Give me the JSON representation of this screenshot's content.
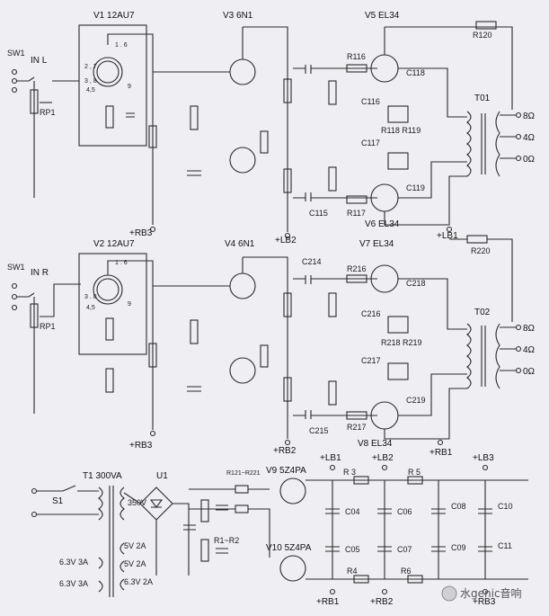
{
  "channel_left": {
    "switch": "SW1",
    "input": "IN L",
    "pot": "RP1",
    "v1": "V1  12AU7",
    "v3": "V3 6N1",
    "v5": "V5  EL34",
    "v6": "V6  EL34",
    "pins_v1a": "1 . 6",
    "pins_v1b": "2 , 7",
    "pins_v1c": "3 , 8",
    "pins_v1d": "4,5",
    "pins_v1e": "9",
    "r116": "R116",
    "r117": "R117",
    "r118": "R118 R119",
    "r120": "R120",
    "c118": "C118",
    "c116": "C116",
    "c117": "C117",
    "c119": "C119",
    "c115": "C115",
    "transformer": "T01",
    "out_8": "8Ω",
    "out_4": "4Ω",
    "out_0": "0Ω",
    "rb3": "+RB3",
    "lb2": "+LB2",
    "lb1": "+LB1"
  },
  "channel_right": {
    "switch": "SW1",
    "input": "IN  R",
    "pot": "RP1",
    "v2": "V2  12AU7",
    "v4": "V4  6N1",
    "v7": "V7  EL34",
    "v8": "V8  EL34",
    "pins_v2a": "1 . 6",
    "pins_v2b": "3 . 8",
    "pins_v2c": "4,5",
    "pins_v2d": "9",
    "c214": "C214",
    "r216": "R216",
    "r217": "R217",
    "r218": "R218 R219",
    "r220": "R220",
    "c218": "C218",
    "c216": "C216",
    "c217": "C217",
    "c219": "C219",
    "c215": "C215",
    "transformer": "T02",
    "out_8": "8Ω",
    "out_4": "4Ω",
    "out_0": "0Ω",
    "rb3": "+RB3",
    "rb2": "+RB2",
    "rb1": "+RB1"
  },
  "power_supply": {
    "transformer": "T1  300VA",
    "switch": "S1",
    "bridge": "U1",
    "ac": "350V",
    "r_label": "R1~R2",
    "r_dropper": "R121~R221",
    "v9": "V9  5Z4PA",
    "v10": "V10  5Z4PA",
    "sec1": "5V  2A",
    "sec2": "5V  2A",
    "sec3": "6.3V  2A",
    "sec4a": "6.3V  3A",
    "sec4b": "6.3V  3A",
    "r3": "R 3",
    "r5": "R 5",
    "r4": "R4",
    "r6": "R6",
    "c04": "C04",
    "c06": "C06",
    "c08": "C08",
    "c10": "C10",
    "c05": "C05",
    "c07": "C07",
    "c09": "C09",
    "c11": "C11",
    "lb1": "+LB1",
    "lb2": "+LB2",
    "lb3": "+LB3",
    "rb1": "+RB1",
    "rb2": "+RB2",
    "rb3": "+RB3"
  },
  "watermark": "水genic音响"
}
